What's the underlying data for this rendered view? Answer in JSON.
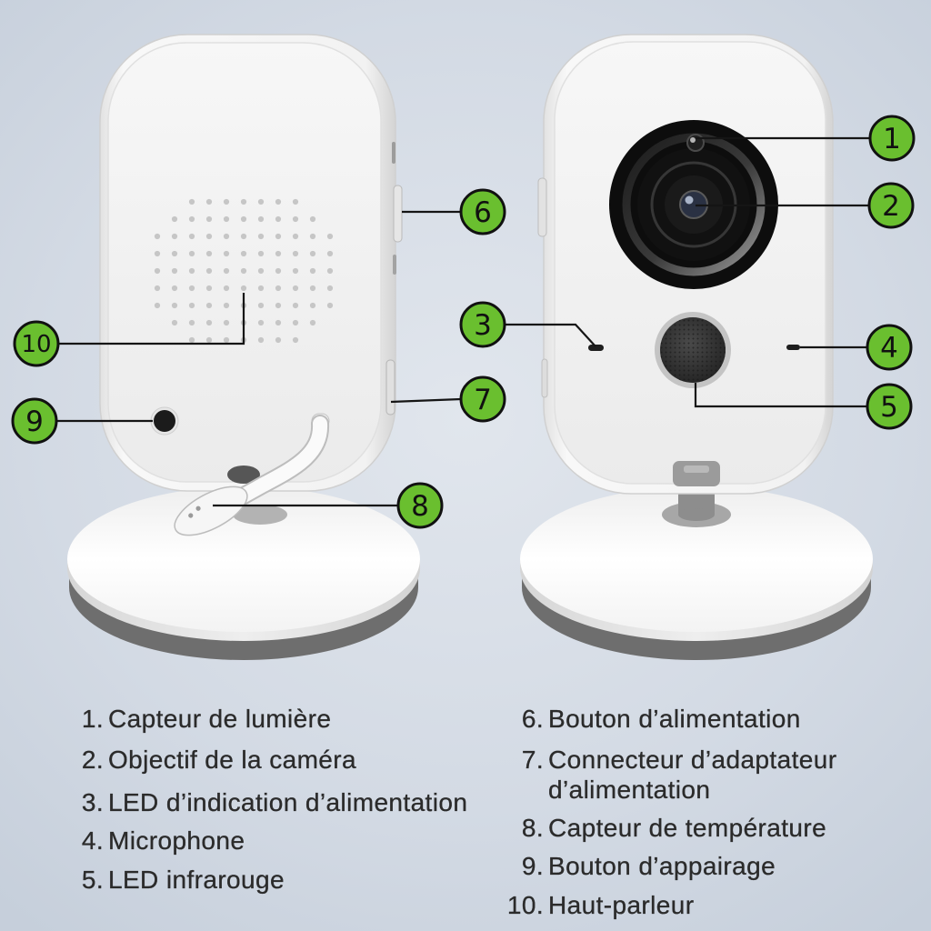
{
  "callouts": [
    "1",
    "2",
    "3",
    "4",
    "5",
    "6",
    "7",
    "8",
    "9",
    "10"
  ],
  "legend": {
    "left": [
      {
        "num": "1.",
        "label": "Capteur de lumière"
      },
      {
        "num": "2.",
        "label": "Objectif de la caméra"
      },
      {
        "num": "3.",
        "label": "LED d’indication d’alimentation"
      },
      {
        "num": "4.",
        "label": "Microphone"
      },
      {
        "num": "5.",
        "label": "LED infrarouge"
      }
    ],
    "right": [
      {
        "num": "6.",
        "label": "Bouton d’alimentation"
      },
      {
        "num": "7.",
        "label": "Connecteur d’adaptateur d’alimentation"
      },
      {
        "num": "8.",
        "label": "Capteur de température"
      },
      {
        "num": "9.",
        "label": "Bouton d’appairage"
      },
      {
        "num": "10.",
        "label": "Haut-parleur"
      }
    ]
  },
  "colors": {
    "background": "#d3dae4",
    "callout_fill": "#6abf2f",
    "callout_outline": "#111111",
    "leader_line": "#151515",
    "legend_text": "#2b2b2b",
    "device_body": "#f5f5f5",
    "base_rim": "#6e6e6e"
  }
}
